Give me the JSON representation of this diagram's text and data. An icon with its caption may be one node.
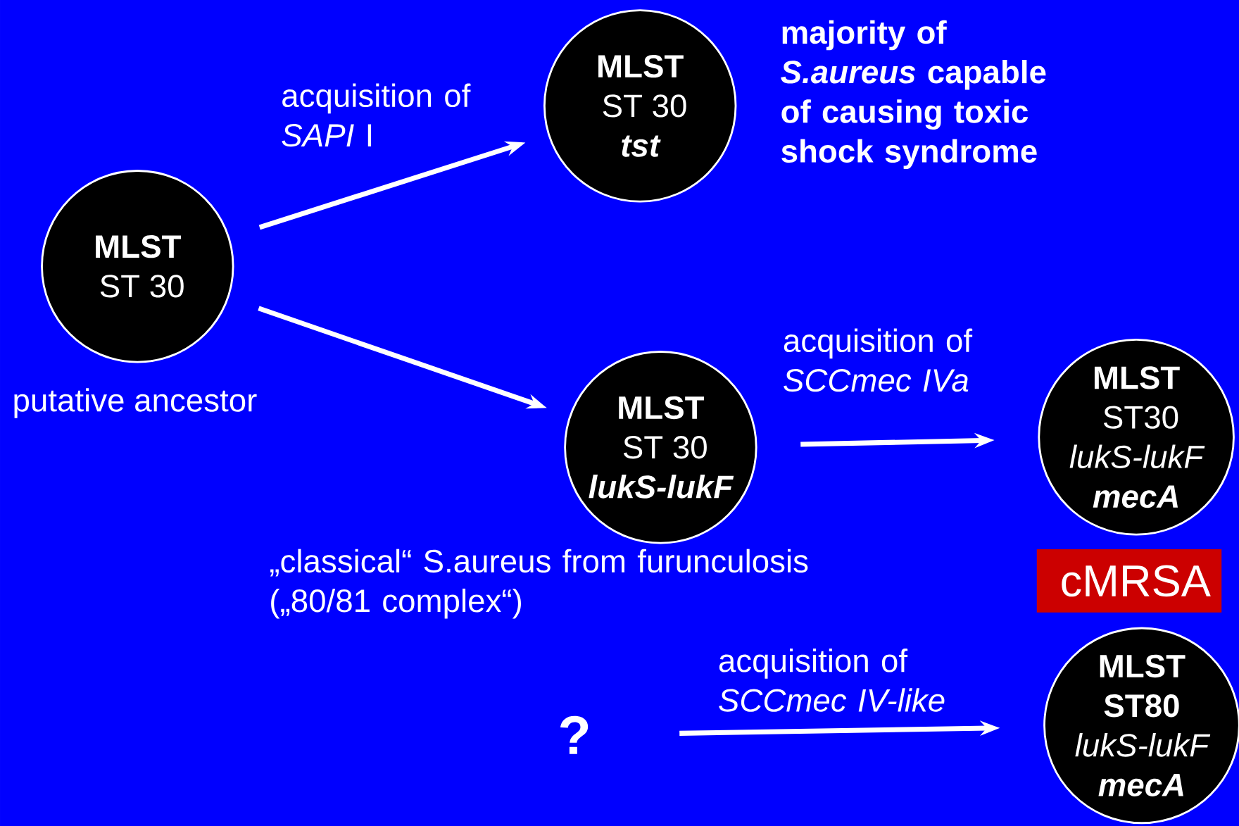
{
  "diagram": {
    "nodes": [
      {
        "text": [
          "MLST",
          "ST 30"
        ],
        "beside": [
          "putative ancestor"
        ]
      },
      {
        "text": [
          "MLST",
          "ST 30",
          "tst"
        ],
        "beside": [
          "majority of *S.aureus* capable of causing toxic shock syndrome"
        ]
      },
      {
        "text": [
          "MLST",
          "ST 30",
          "lukS-lukF"
        ],
        "beside": [
          "„classical“ S.aureus from furunculosis („80/81 complex“)"
        ]
      },
      {
        "text": [
          "MLST",
          "ST30",
          "lukS-lukF",
          "mecA"
        ]
      },
      {
        "text": [
          "cMRSA"
        ]
      },
      {
        "text": [
          "?"
        ]
      },
      {
        "text": [
          "MLST",
          "ST80",
          "lukS-lukF",
          "mecA"
        ]
      }
    ],
    "edges": [
      {
        "from": 0,
        "to": 1,
        "arrow": "to",
        "label": "acquisition of *SAPI* I"
      },
      {
        "from": 0,
        "to": 2,
        "arrow": "to"
      },
      {
        "from": 2,
        "to": 3,
        "arrow": "to",
        "label": "acquisition of *SCCmec IVa*"
      },
      {
        "from": 5,
        "to": 6,
        "arrow": "to",
        "label": "acquisition of *SCCmec IV-like*"
      }
    ]
  }
}
